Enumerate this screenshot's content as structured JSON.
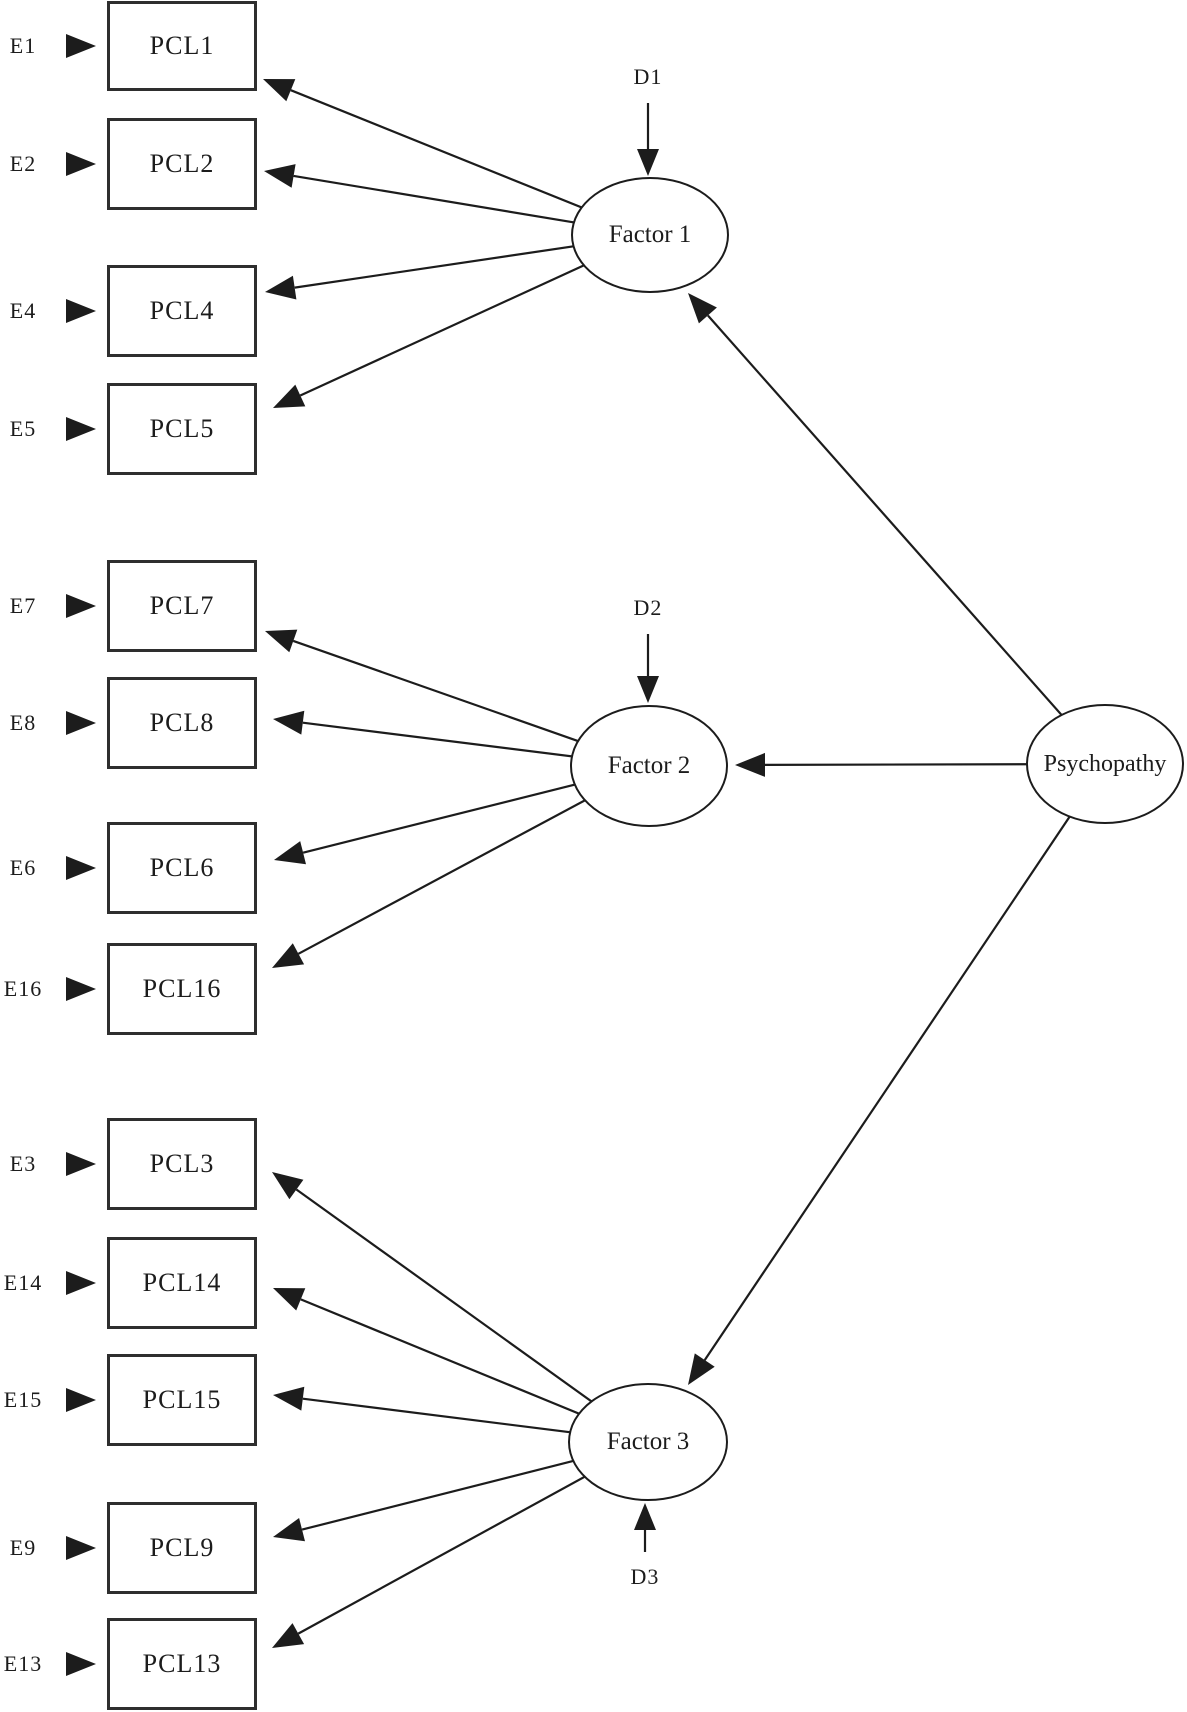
{
  "diagram": {
    "kind": "sem-path-diagram",
    "psychopathy": {
      "label": "Psychopathy"
    },
    "factors": [
      {
        "label": "Factor 1",
        "disturbance": "D1"
      },
      {
        "label": "Factor 2",
        "disturbance": "D2"
      },
      {
        "label": "Factor 3",
        "disturbance": "D3"
      }
    ],
    "indicators": [
      {
        "error": "E1",
        "label": "PCL1",
        "factor": "Factor 1"
      },
      {
        "error": "E2",
        "label": "PCL2",
        "factor": "Factor 1"
      },
      {
        "error": "E4",
        "label": "PCL4",
        "factor": "Factor 1"
      },
      {
        "error": "E5",
        "label": "PCL5",
        "factor": "Factor 1"
      },
      {
        "error": "E7",
        "label": "PCL7",
        "factor": "Factor 2"
      },
      {
        "error": "E8",
        "label": "PCL8",
        "factor": "Factor 2"
      },
      {
        "error": "E6",
        "label": "PCL6",
        "factor": "Factor 2"
      },
      {
        "error": "E16",
        "label": "PCL16",
        "factor": "Factor 2"
      },
      {
        "error": "E3",
        "label": "PCL3",
        "factor": "Factor 3"
      },
      {
        "error": "E14",
        "label": "PCL14",
        "factor": "Factor 3"
      },
      {
        "error": "E15",
        "label": "PCL15",
        "factor": "Factor 3"
      },
      {
        "error": "E9",
        "label": "PCL9",
        "factor": "Factor 3"
      },
      {
        "error": "E13",
        "label": "PCL13",
        "factor": "Factor 3"
      }
    ],
    "paths": {
      "psychopathy_to": [
        "Factor 1",
        "Factor 2",
        "Factor 3"
      ]
    },
    "colors": {
      "line": "#1c1c1c",
      "background": "#ffffff",
      "text": "#1c1c1c"
    }
  }
}
